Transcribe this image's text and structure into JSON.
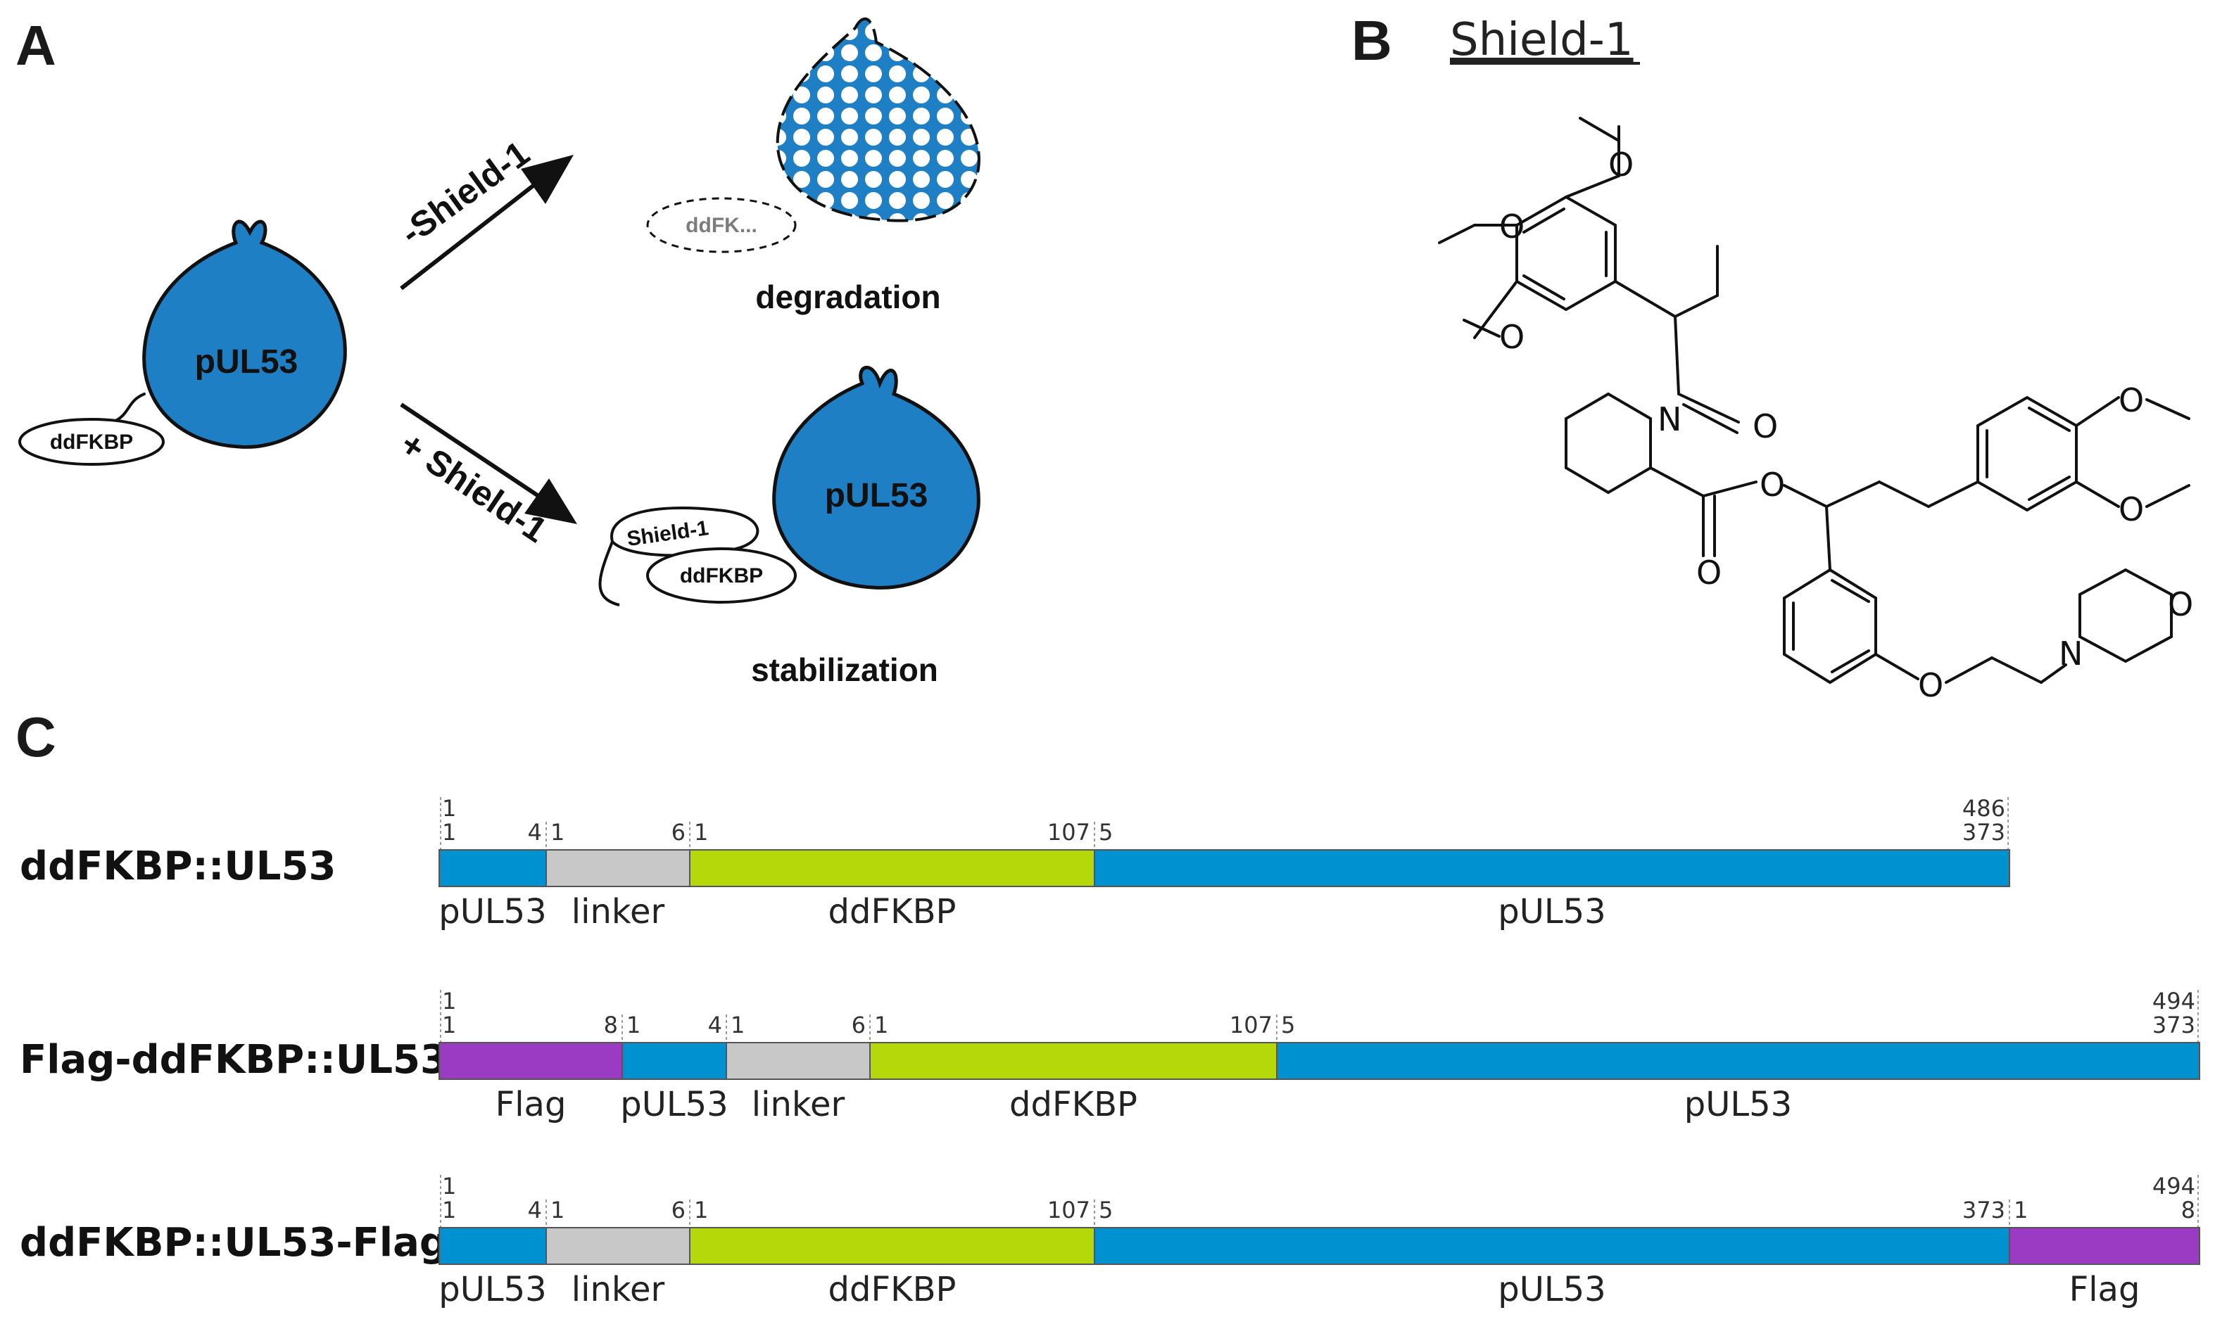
{
  "panels": {
    "a": "A",
    "b": "B",
    "c": "C"
  },
  "panel_a": {
    "protein_label": "pUL53",
    "tag_label": "ddFKBP",
    "arrow_minus": "-Shield-1",
    "arrow_plus": "+ Shield-1",
    "outcome_top": "degradation",
    "outcome_bottom": "stabilization",
    "bound_ligand": "Shield-1",
    "bound_tag": "ddFKBP",
    "bound_protein": "pUL53",
    "degraded_tag": "ddFK...",
    "colors": {
      "protein": "#1f7fc4",
      "outline": "#111111"
    }
  },
  "panel_b": {
    "title": "Shield-1",
    "atoms": [
      "O",
      "O",
      "O",
      "N",
      "O",
      "O",
      "O",
      "O",
      "O",
      "O",
      "O",
      "N"
    ]
  },
  "panel_c": {
    "colors": {
      "pUL53": "#0092d0",
      "linker": "#c8c8c8",
      "ddFKBP": "#b5d80a",
      "Flag": "#9b3bc4"
    },
    "constructs": [
      {
        "name": "ddFKBP::UL53",
        "start_top": "1",
        "start_bottom": "1",
        "end_top": "486",
        "end_bottom": "373",
        "segments": [
          {
            "type": "pUL53",
            "label": "pUL53",
            "end_num": "4",
            "next_start": "1"
          },
          {
            "type": "linker",
            "label": "linker",
            "end_num": "6",
            "next_start": "1"
          },
          {
            "type": "ddFKBP",
            "label": "ddFKBP",
            "end_num": "107",
            "next_start": "5"
          },
          {
            "type": "pUL53",
            "label": "pUL53",
            "end_num": "",
            "next_start": ""
          }
        ]
      },
      {
        "name": "Flag-ddFKBP::UL53",
        "start_top": "1",
        "start_bottom": "1",
        "end_top": "494",
        "end_bottom": "373",
        "segments": [
          {
            "type": "Flag",
            "label": "Flag",
            "end_num": "8",
            "next_start": "1"
          },
          {
            "type": "pUL53",
            "label": "pUL53",
            "end_num": "4",
            "next_start": "1"
          },
          {
            "type": "linker",
            "label": "linker",
            "end_num": "6",
            "next_start": "1"
          },
          {
            "type": "ddFKBP",
            "label": "ddFKBP",
            "end_num": "107",
            "next_start": "5"
          },
          {
            "type": "pUL53",
            "label": "pUL53",
            "end_num": "",
            "next_start": ""
          }
        ]
      },
      {
        "name": "ddFKBP::UL53-Flag",
        "start_top": "1",
        "start_bottom": "1",
        "end_top": "494",
        "end_bottom": "8",
        "segments": [
          {
            "type": "pUL53",
            "label": "pUL53",
            "end_num": "4",
            "next_start": "1"
          },
          {
            "type": "linker",
            "label": "linker",
            "end_num": "6",
            "next_start": "1"
          },
          {
            "type": "ddFKBP",
            "label": "ddFKBP",
            "end_num": "107",
            "next_start": "5"
          },
          {
            "type": "pUL53",
            "label": "pUL53",
            "end_num": "373",
            "next_start": "1"
          },
          {
            "type": "Flag",
            "label": "Flag",
            "end_num": "",
            "next_start": ""
          }
        ]
      }
    ]
  }
}
